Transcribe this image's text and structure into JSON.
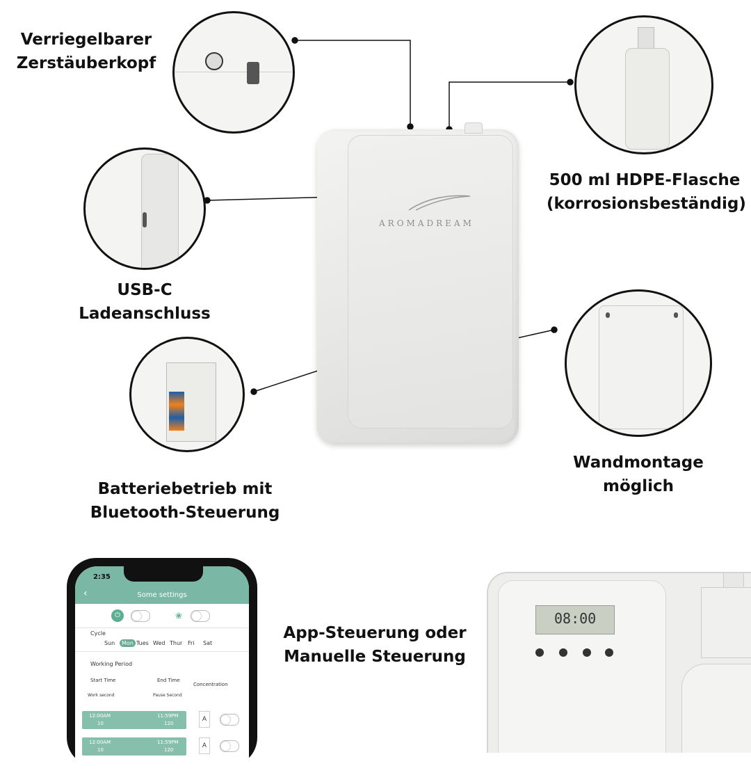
{
  "labels": {
    "atomizer": [
      "Verriegelbarer",
      "Zerstäuberkopf"
    ],
    "bottle": [
      "500 ml HDPE-Flasche",
      "(korrosionsbeständig)"
    ],
    "usb": [
      "USB-C",
      "Ladeanschluss"
    ],
    "wall": [
      "Wandmontage",
      "möglich"
    ],
    "battery": [
      "Batteriebetrieb mit",
      "Bluetooth-Steuerung"
    ],
    "control": [
      "App-Steuerung oder",
      "Manuelle Steuerung"
    ]
  },
  "device": {
    "brand": "AROMADREAM"
  },
  "phone": {
    "time": "2:35",
    "title": "Some settings",
    "cycle_label": "Cycle",
    "days": [
      "Sun",
      "Mon",
      "Tues",
      "Wed",
      "Thur",
      "Fri",
      "Sat"
    ],
    "selected_day": "Mon",
    "working_period_label": "Working Period",
    "start_time_label": "Start Time",
    "end_time_label": "End Time",
    "concentration_label": "Concentration",
    "work_second_label": "Work second",
    "pause_second_label": "Pause Second",
    "rows": [
      {
        "start": "12:00AM",
        "end": "11:59PM",
        "work": "10",
        "pause": "120",
        "conc": "A"
      },
      {
        "start": "12:00AM",
        "end": "11:59PM",
        "work": "10",
        "pause": "120",
        "conc": "A"
      }
    ]
  },
  "panel": {
    "lcd_time": "08:00"
  },
  "colors": {
    "accent": "#7bb7a5",
    "text": "#111111"
  }
}
